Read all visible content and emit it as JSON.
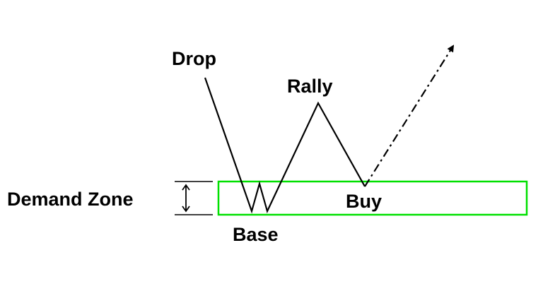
{
  "labels": {
    "drop": "Drop",
    "rally": "Rally",
    "base": "Base",
    "buy": "Buy",
    "demand_zone": "Demand Zone"
  },
  "colors": {
    "zone_border": "#00e000",
    "line": "#000000",
    "background": "#ffffff"
  },
  "icons": {
    "zone_height_marker": "double-headed-vertical-arrow",
    "projection_arrow": "dash-dot-arrow"
  }
}
